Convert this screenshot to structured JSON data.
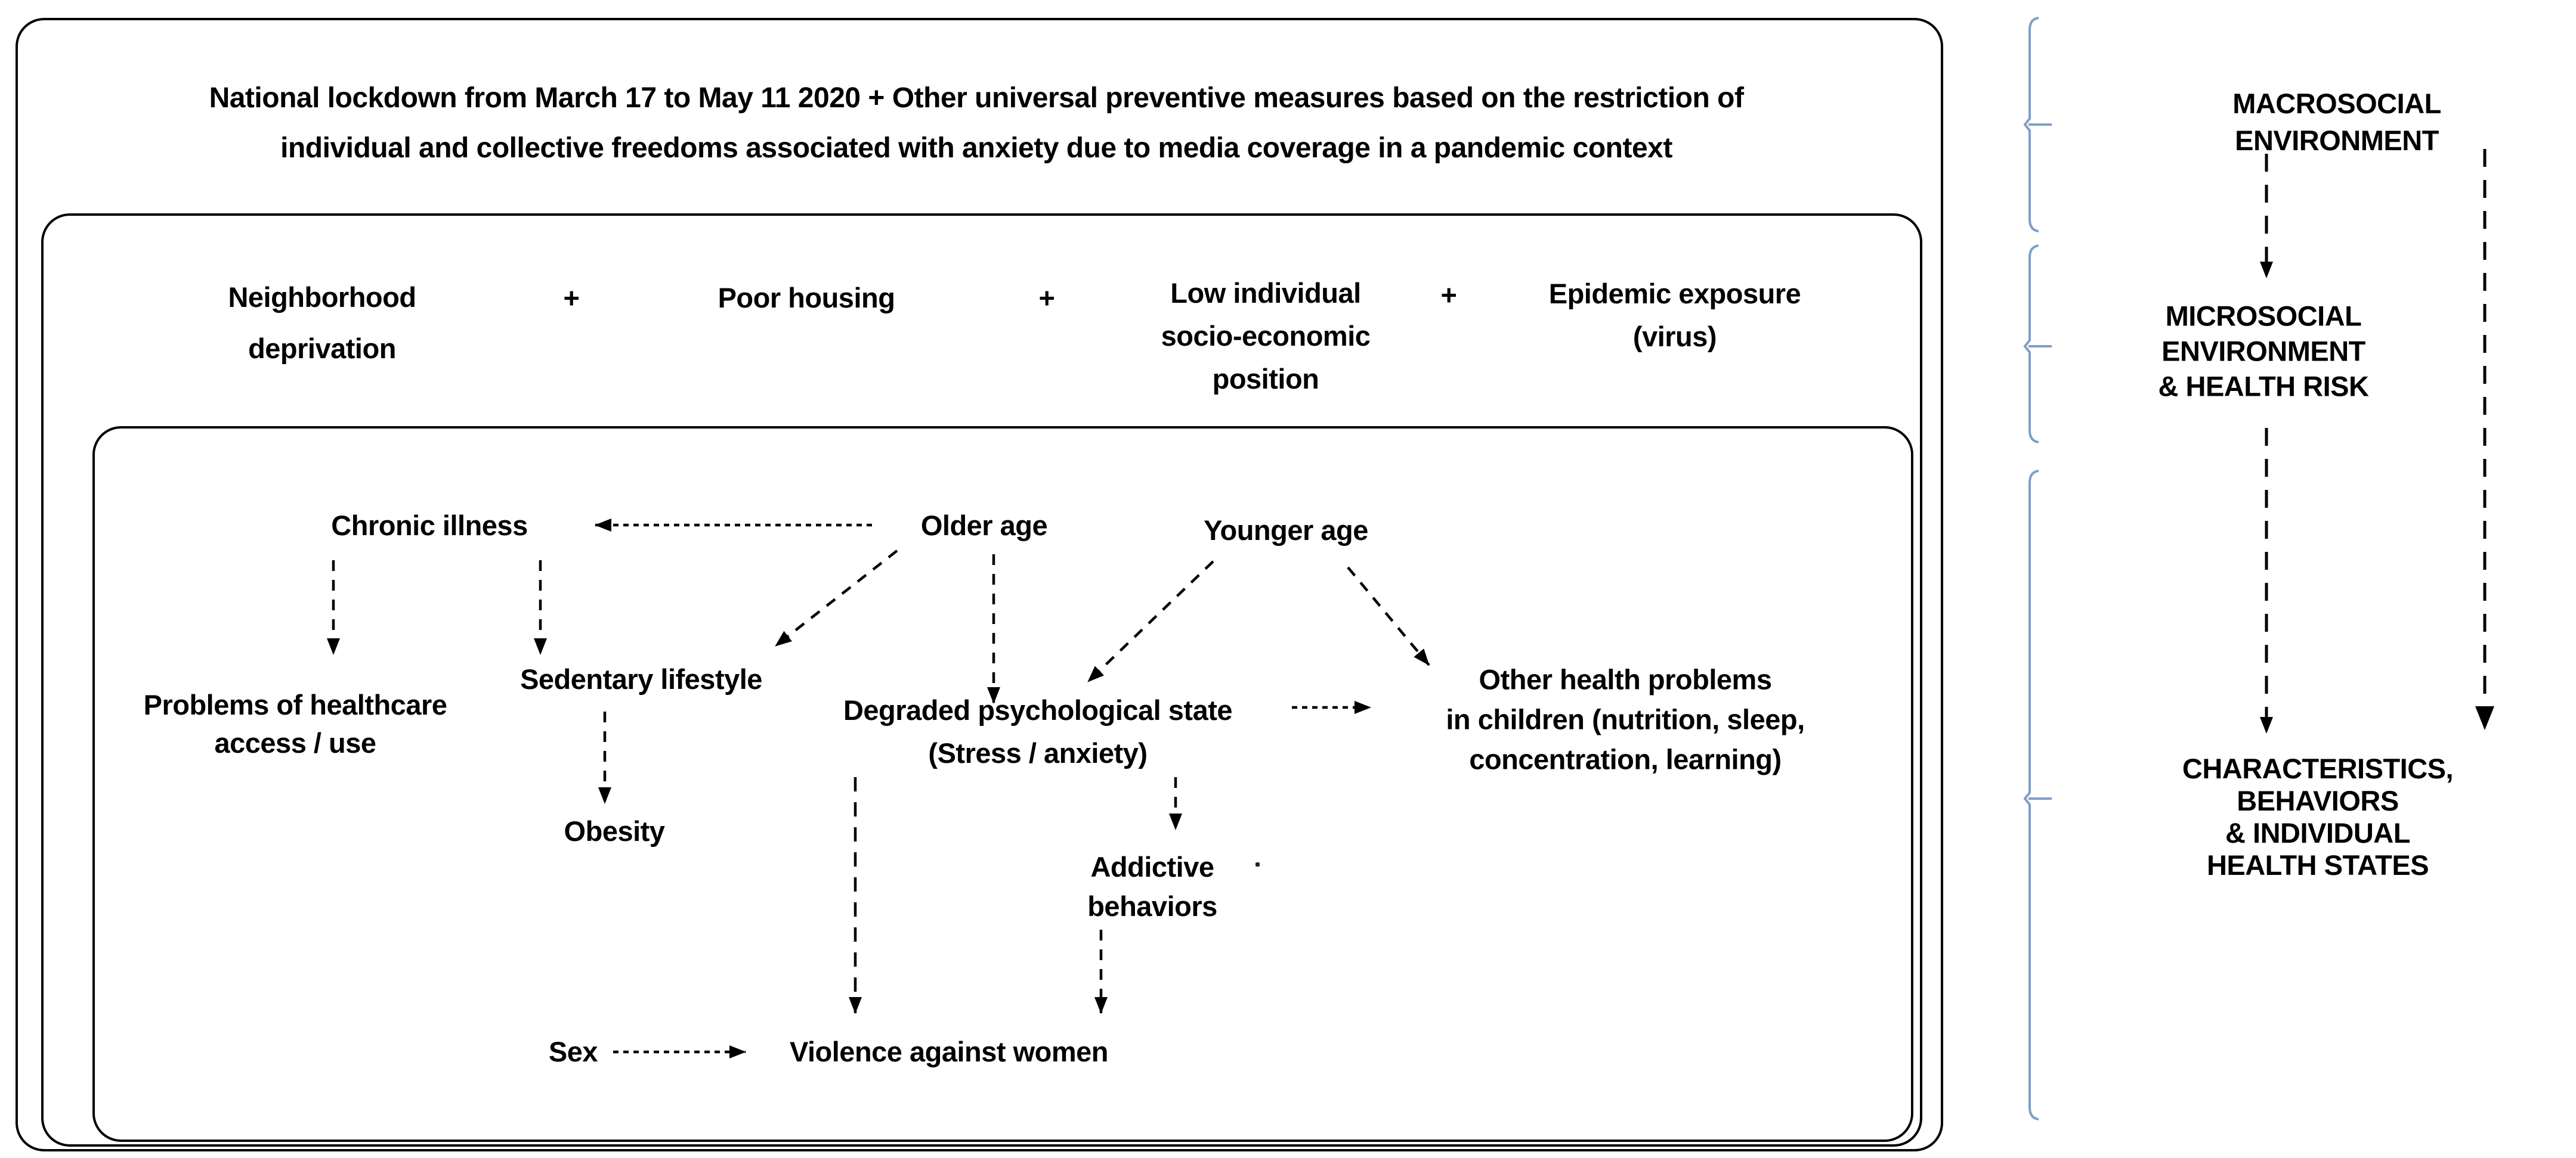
{
  "title": {
    "text": "National lockdown from March 17 to May 11 2020 + Other universal preventive measures based on the restriction of\nindividual and collective freedoms associated with anxiety due to media coverage in a pandemic context"
  },
  "risk_factors_row": {
    "plus": "+",
    "factors": [
      "Neighborhood\ndeprivation",
      "Poor housing",
      "Low individual\nsocio-economic\nposition",
      "Epidemic exposure\n(virus)"
    ]
  },
  "nodes": {
    "chronic_illness": "Chronic illness",
    "older_age": "Older age",
    "younger_age": "Younger age",
    "healthcare_access": "Problems of healthcare\naccess / use",
    "sedentary_lifestyle": "Sedentary lifestyle",
    "degraded_psych_state": "Degraded psychological state\n(Stress / anxiety)",
    "child_health_problems": "Other health problems\nin children (nutrition, sleep,\nconcentration, learning)",
    "obesity": "Obesity",
    "addictive_behaviors": "Addictive\nbehaviors",
    "sex": "Sex",
    "violence_against_women": "Violence against women"
  },
  "right_panel": {
    "macrosocial": "MACROSOCIAL ENVIRONMENT",
    "microsocial": "MICROSOCIAL\nENVIRONMENT\n& HEALTH RISK",
    "characteristics": "CHARACTERISTICS, BEHAVIORS\n& INDIVIDUAL HEALTH STATES"
  },
  "edges": [
    {
      "from": "older_age",
      "to": "chronic_illness"
    },
    {
      "from": "chronic_illness",
      "to": "healthcare_access"
    },
    {
      "from": "chronic_illness",
      "to": "sedentary_lifestyle"
    },
    {
      "from": "older_age",
      "to": "sedentary_lifestyle"
    },
    {
      "from": "older_age",
      "to": "degraded_psych_state"
    },
    {
      "from": "younger_age",
      "to": "degraded_psych_state"
    },
    {
      "from": "younger_age",
      "to": "child_health_problems"
    },
    {
      "from": "degraded_psych_state",
      "to": "child_health_problems"
    },
    {
      "from": "degraded_psych_state",
      "to": "addictive_behaviors"
    },
    {
      "from": "degraded_psych_state",
      "to": "violence_against_women"
    },
    {
      "from": "addictive_behaviors",
      "to": "violence_against_women"
    },
    {
      "from": "sedentary_lifestyle",
      "to": "obesity"
    },
    {
      "from": "sex",
      "to": "violence_against_women"
    },
    {
      "from": "macrosocial",
      "to": "microsocial"
    },
    {
      "from": "microsocial",
      "to": "characteristics"
    },
    {
      "from": "macrosocial",
      "to": "characteristics"
    }
  ],
  "colors": {
    "background": "#ffffff",
    "ink": "#000000",
    "brace": "#7f9fc6"
  }
}
